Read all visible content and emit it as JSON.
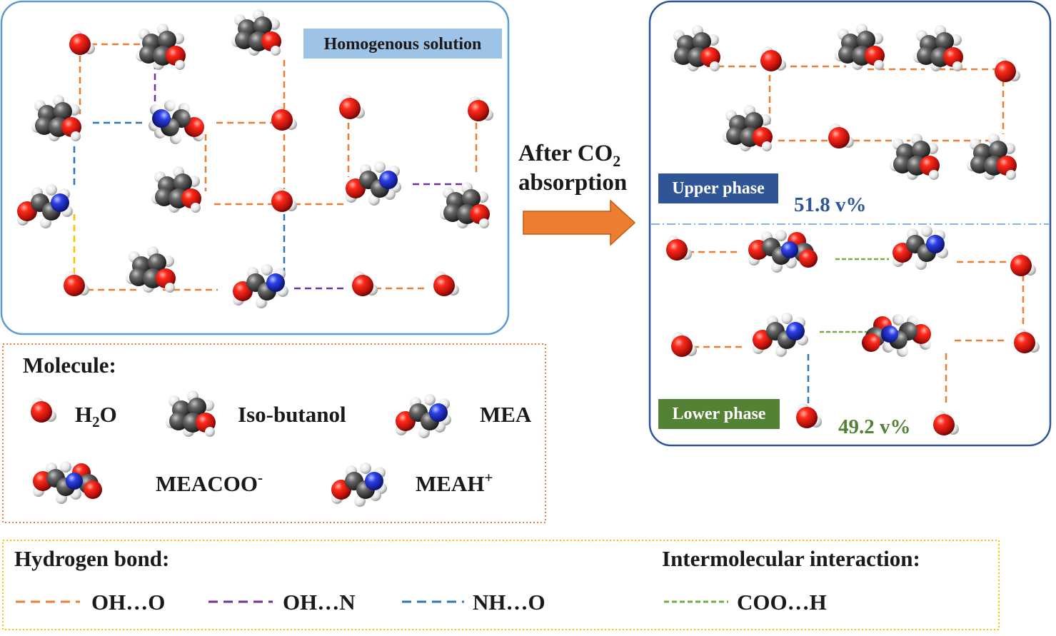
{
  "homogeneous_label": "Homogenous solution",
  "arrow_text": {
    "line1_prefix": "After CO",
    "line1_sub": "2",
    "line2": "absorption"
  },
  "upper_phase": {
    "label": "Upper phase",
    "percent": "51.8 v%"
  },
  "lower_phase": {
    "label": "Lower phase",
    "percent": "49.2 v%"
  },
  "legend_molecule": {
    "title": "Molecule:",
    "h2o": {
      "prefix": "H",
      "sub": "2",
      "suffix": "O"
    },
    "isobutanol": "Iso-butanol",
    "mea": "MEA",
    "meacoo": {
      "base": "MEACOO",
      "sup": "-"
    },
    "meah": {
      "base": "MEAH",
      "sup": "+"
    }
  },
  "legend_bond": {
    "hbond_title": "Hydrogen bond:",
    "inter_title": "Intermolecular interaction:",
    "oh_o": "OH…O",
    "oh_n": "OH…N",
    "nh_o": "NH…O",
    "coo_h": "COO…H"
  },
  "colors": {
    "oh_o": "#ED7D31",
    "oh_n": "#7030A0",
    "nh_o": "#2E75B6",
    "coo_h": "#70AD47",
    "meah_mea": "#FFC000",
    "oxygen": "#E0201B",
    "carbon": "#3f3f3f",
    "nitrogen": "#1d34d6",
    "hydrogen": "#f2f2f2",
    "upper_badge": "#2F5597",
    "lower_badge": "#548235",
    "upper_text": "#2F5597",
    "lower_text": "#548235",
    "homog_badge": "#9DC3E6"
  }
}
